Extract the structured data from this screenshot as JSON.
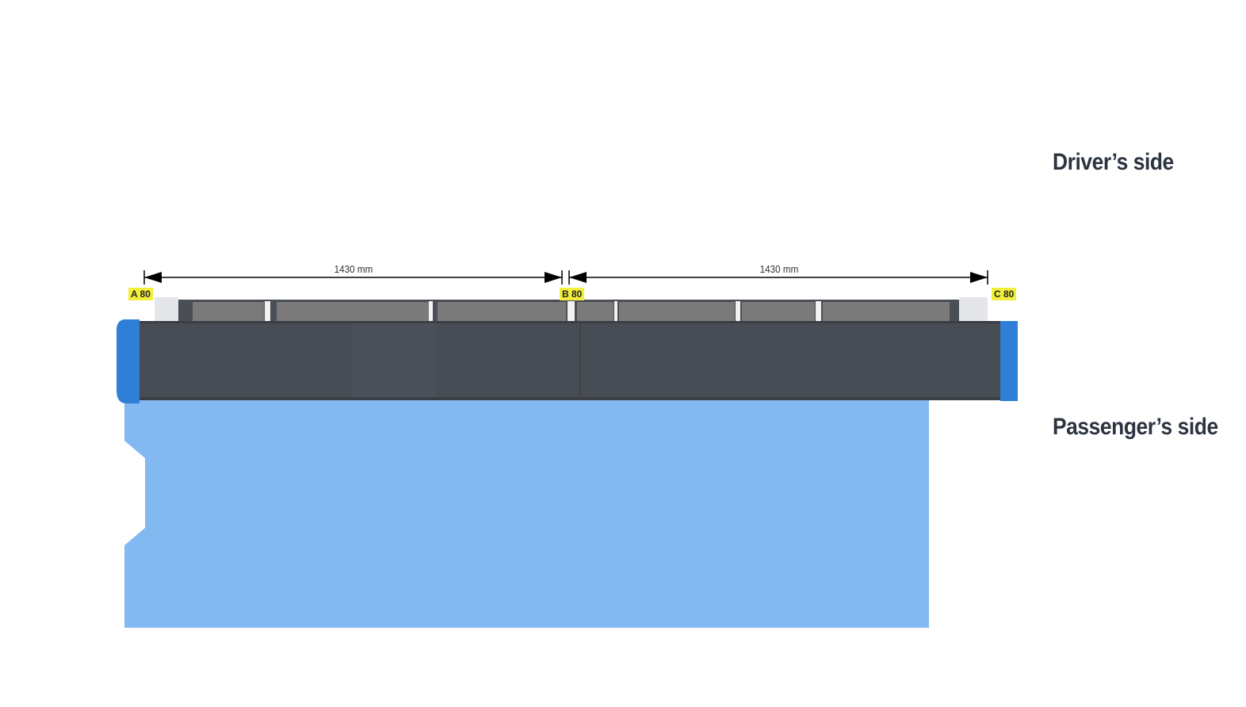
{
  "labels": {
    "driver_side": "Driver’s side",
    "passenger_side": "Passenger’s side"
  },
  "dimensions": [
    {
      "text": "1430 mm"
    },
    {
      "text": "1430 mm"
    }
  ],
  "markers": [
    {
      "text": "A 80"
    },
    {
      "text": "B 80"
    },
    {
      "text": "C 80"
    }
  ],
  "colors": {
    "vehicle_body": "#82b9f0",
    "rack_dark": "#474c55",
    "rack_end_blue": "#2f7fd6",
    "marker_yellow": "#f1ee3c",
    "label_text": "#2c3440"
  }
}
